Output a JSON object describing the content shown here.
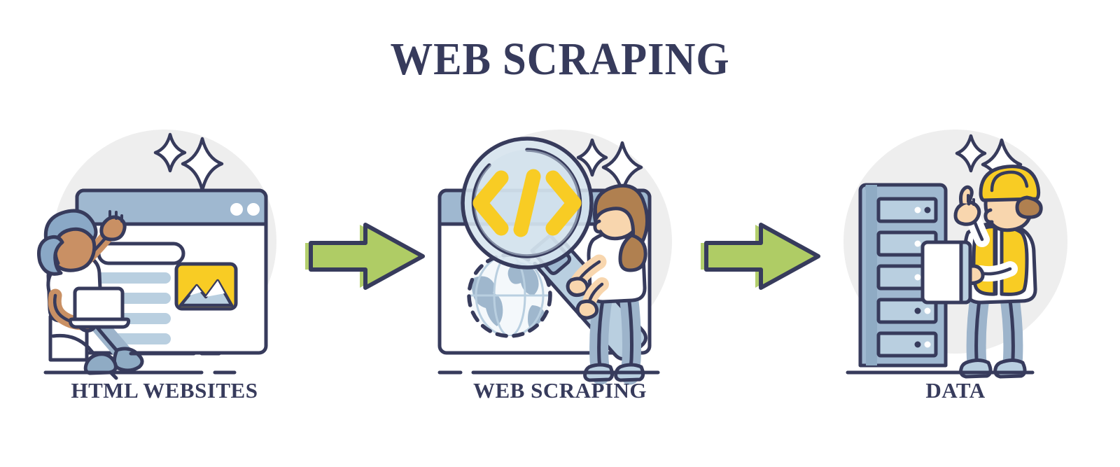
{
  "title": "WEB SCRAPING",
  "colors": {
    "ink": "#373b5c",
    "arrow_green": "#afcc65",
    "accent_yellow": "#f8cc24",
    "bg_circle": "#eeeeee",
    "browser_bar_blue": "#9fb8d0",
    "light_blue": "#b9cfe0",
    "mid_blue": "#8fabc4",
    "denim": "#9db4cb",
    "skin_dark": "#c99064",
    "skin_light": "#f8d6ae",
    "hair_blue": "#8aa8c6",
    "hair_brown": "#b08050",
    "white": "#ffffff"
  },
  "stages": [
    {
      "id": "html-websites",
      "caption": "HTML WEBSITES",
      "icon_name": "browser-window-with-person-illustration",
      "elements": {
        "browser_dots": 2,
        "text_lines": 4,
        "search_bar": true,
        "image_placeholder": "mountain-photo-placeholder",
        "sparkles": 2,
        "person": "seated-person-with-laptop"
      }
    },
    {
      "id": "web-scraping",
      "caption": "WEB SCRAPING",
      "icon_name": "magnifier-code-globe-illustration",
      "elements": {
        "code_symbol": "</>",
        "magnifier": "magnifying-glass",
        "globe": "dashed-globe",
        "sparkles": 2,
        "person": "standing-person-holding-magnifier"
      }
    },
    {
      "id": "data",
      "caption": "DATA",
      "icon_name": "server-rack-with-worker-illustration",
      "elements": {
        "server_slots": 5,
        "led_pattern": [
          [
            "white",
            "navy"
          ],
          [
            "white",
            "white"
          ],
          [
            "white",
            "navy"
          ],
          [
            "navy",
            "white"
          ],
          [
            "navy",
            "white"
          ]
        ],
        "sparkles": 2,
        "person": "worker-with-hardhat-and-clipboard"
      }
    }
  ],
  "arrows": [
    {
      "id": "arrow-1",
      "direction": "right"
    },
    {
      "id": "arrow-2",
      "direction": "right"
    }
  ]
}
